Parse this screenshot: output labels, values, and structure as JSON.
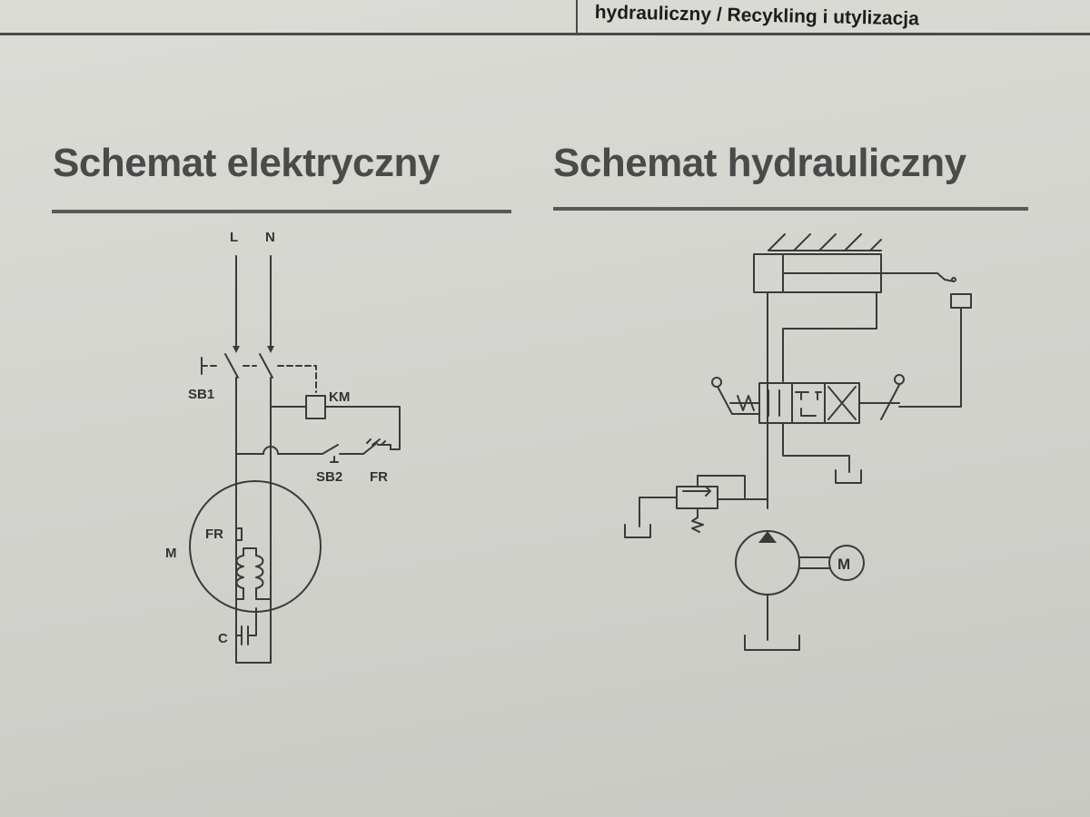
{
  "header": {
    "running_title": "hydrauliczny / Recykling i utylizacja"
  },
  "electrical": {
    "title": "Schemat elektryczny",
    "labels": {
      "L": "L",
      "N": "N",
      "SB1": "SB1",
      "KM": "KM",
      "SB2": "SB2",
      "FR_contact": "FR",
      "M": "M",
      "FR_motor": "FR",
      "C": "C"
    }
  },
  "hydraulic": {
    "title": "Schemat hydrauliczny",
    "labels": {
      "motor": "M"
    }
  }
}
